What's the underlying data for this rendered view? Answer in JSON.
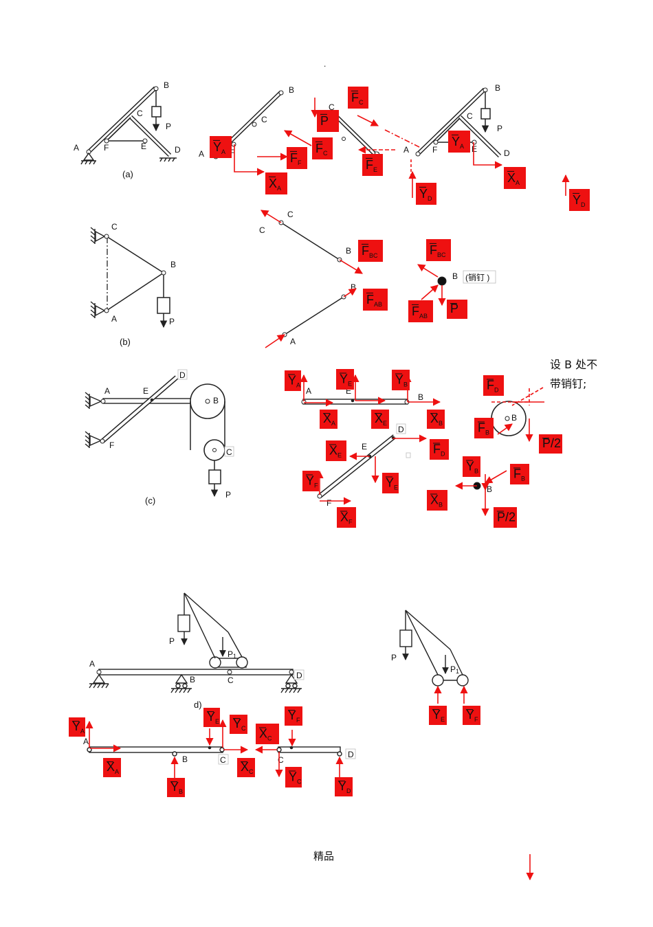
{
  "header_dot": ".",
  "colors": {
    "force": "#ee1111",
    "member": "#222222"
  },
  "captions": {
    "a": "(a)",
    "b": "(b)",
    "c": "(c)",
    "d": "d)"
  },
  "note_c": {
    "line1": "设 B 处不",
    "line2": "带销钉;"
  },
  "pin_note": "(销钉 )",
  "footer": "精品",
  "points": {
    "A": "A",
    "B": "B",
    "C": "C",
    "D": "D",
    "E": "E",
    "F": "F"
  },
  "loads": {
    "P": "P",
    "P1": "P",
    "P1_sub": "1",
    "P_half": "P/2"
  },
  "force_tags": [
    {
      "id": "YA_a",
      "sym": "Y",
      "sub": "A"
    },
    {
      "id": "FF_a",
      "sym": "F",
      "sub": "F"
    },
    {
      "id": "XA_a",
      "sym": "X",
      "sub": "A"
    },
    {
      "id": "FC_a",
      "sym": "F",
      "sub": "C"
    },
    {
      "id": "P_a",
      "sym": "P",
      "sub": ""
    },
    {
      "id": "FC2_a",
      "sym": "F",
      "sub": "C"
    },
    {
      "id": "FE_a",
      "sym": "F",
      "sub": "E"
    },
    {
      "id": "YD_a",
      "sym": "Y",
      "sub": "D"
    },
    {
      "id": "YA2_a",
      "sym": "Y",
      "sub": "A"
    },
    {
      "id": "XA2_a",
      "sym": "X",
      "sub": "A"
    },
    {
      "id": "YD2_a",
      "sym": "Y",
      "sub": "D"
    },
    {
      "id": "FBC_b",
      "sym": "F",
      "sub": "BC"
    },
    {
      "id": "FAB_b",
      "sym": "F",
      "sub": "AB"
    },
    {
      "id": "FBC2_b",
      "sym": "F",
      "sub": "BC"
    },
    {
      "id": "FAB2_b",
      "sym": "F",
      "sub": "AB"
    },
    {
      "id": "P_b",
      "sym": "P",
      "sub": ""
    },
    {
      "id": "YA_c",
      "sym": "Y",
      "sub": "A"
    },
    {
      "id": "YE_c",
      "sym": "Y",
      "sub": "E"
    },
    {
      "id": "YB_c",
      "sym": "Y",
      "sub": "B"
    },
    {
      "id": "XA_c",
      "sym": "X",
      "sub": "A"
    },
    {
      "id": "XE_c",
      "sym": "X",
      "sub": "E"
    },
    {
      "id": "XB_c",
      "sym": "X",
      "sub": "B"
    },
    {
      "id": "FD_c",
      "sym": "F",
      "sub": "D"
    },
    {
      "id": "FB_c",
      "sym": "F",
      "sub": "B"
    },
    {
      "id": "Ph_c",
      "sym": "P/2",
      "sub": ""
    },
    {
      "id": "XE2_c",
      "sym": "X",
      "sub": "E"
    },
    {
      "id": "FD2_c",
      "sym": "F",
      "sub": "D"
    },
    {
      "id": "YF_c",
      "sym": "Y",
      "sub": "F"
    },
    {
      "id": "YE2_c",
      "sym": "Y",
      "sub": "E"
    },
    {
      "id": "XF_c",
      "sym": "X",
      "sub": "F"
    },
    {
      "id": "YB2_c",
      "sym": "Y",
      "sub": "B"
    },
    {
      "id": "FB2_c",
      "sym": "F",
      "sub": "B"
    },
    {
      "id": "XB2_c",
      "sym": "X",
      "sub": "B"
    },
    {
      "id": "Ph2_c",
      "sym": "P/2",
      "sub": ""
    },
    {
      "id": "YE_d",
      "sym": "Y",
      "sub": "E"
    },
    {
      "id": "YF_d",
      "sym": "Y",
      "sub": "F"
    },
    {
      "id": "YA_d",
      "sym": "Y",
      "sub": "A"
    },
    {
      "id": "XA_d",
      "sym": "X",
      "sub": "A"
    },
    {
      "id": "YB_d",
      "sym": "Y",
      "sub": "B"
    },
    {
      "id": "YE2_d",
      "sym": "Y",
      "sub": "E"
    },
    {
      "id": "YC_d",
      "sym": "Y",
      "sub": "C"
    },
    {
      "id": "XC_d",
      "sym": "X",
      "sub": "C"
    },
    {
      "id": "XC2_d",
      "sym": "X",
      "sub": "C"
    },
    {
      "id": "YF2_d",
      "sym": "Y",
      "sub": "F"
    },
    {
      "id": "YC2_d",
      "sym": "Y",
      "sub": "C"
    },
    {
      "id": "YD_d",
      "sym": "Y",
      "sub": "D"
    }
  ]
}
